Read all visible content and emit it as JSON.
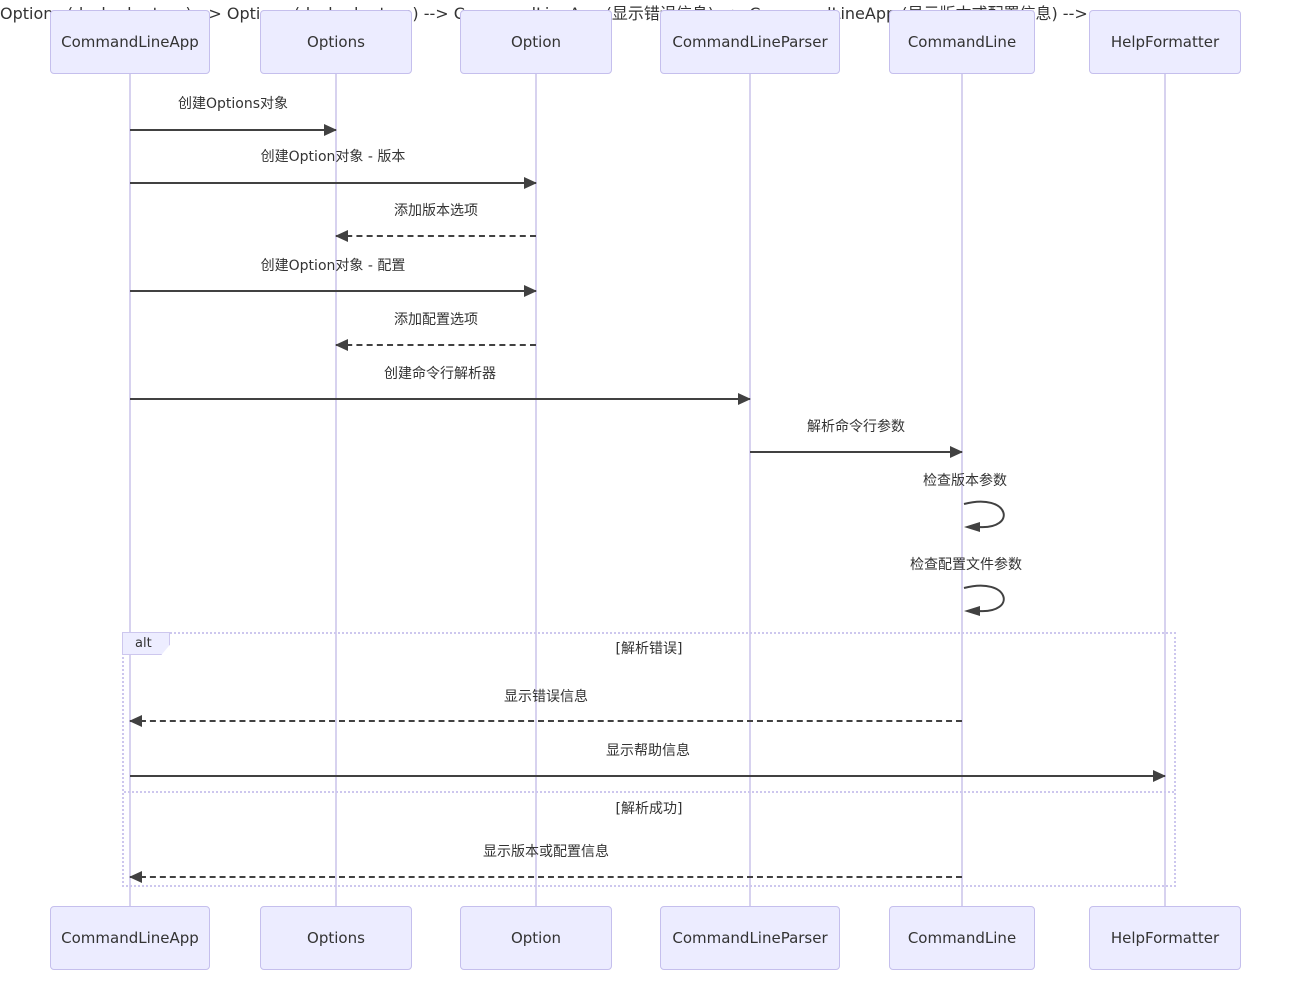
{
  "diagram": {
    "type": "sequence-diagram",
    "actors": [
      {
        "name": "CommandLineApp"
      },
      {
        "name": "Options"
      },
      {
        "name": "Option"
      },
      {
        "name": "CommandLineParser"
      },
      {
        "name": "CommandLine"
      },
      {
        "name": "HelpFormatter"
      }
    ],
    "messages": [
      {
        "from": "CommandLineApp",
        "to": "Options",
        "label": "创建Options对象",
        "style": "solid"
      },
      {
        "from": "CommandLineApp",
        "to": "Option",
        "label": "创建Option对象 - 版本",
        "style": "solid"
      },
      {
        "from": "Option",
        "to": "Options",
        "label": "添加版本选项",
        "style": "dashed"
      },
      {
        "from": "CommandLineApp",
        "to": "Option",
        "label": "创建Option对象 - 配置",
        "style": "solid"
      },
      {
        "from": "Option",
        "to": "Options",
        "label": "添加配置选项",
        "style": "dashed"
      },
      {
        "from": "CommandLineApp",
        "to": "CommandLineParser",
        "label": "创建命令行解析器",
        "style": "solid"
      },
      {
        "from": "CommandLineParser",
        "to": "CommandLine",
        "label": "解析命令行参数",
        "style": "solid"
      },
      {
        "from": "CommandLine",
        "to": "CommandLine",
        "label": "检查版本参数",
        "style": "self"
      },
      {
        "from": "CommandLine",
        "to": "CommandLine",
        "label": "检查配置文件参数",
        "style": "self"
      },
      {
        "from": "CommandLine",
        "to": "CommandLineApp",
        "label": "显示错误信息",
        "style": "dashed"
      },
      {
        "from": "CommandLineApp",
        "to": "HelpFormatter",
        "label": "显示帮助信息",
        "style": "solid"
      },
      {
        "from": "CommandLine",
        "to": "CommandLineApp",
        "label": "显示版本或配置信息",
        "style": "dashed"
      }
    ],
    "alt": {
      "label": "alt",
      "conditions": [
        "[解析错误]",
        "[解析成功]"
      ]
    },
    "colors": {
      "actor_fill": "#ECECFF",
      "actor_border": "#c5bfed",
      "lifeline": "#d7d2ef",
      "signal": "#414141",
      "text": "#333333",
      "frame_border": "#cdc7ee",
      "alt_label_fill": "#EDEDFF"
    }
  }
}
